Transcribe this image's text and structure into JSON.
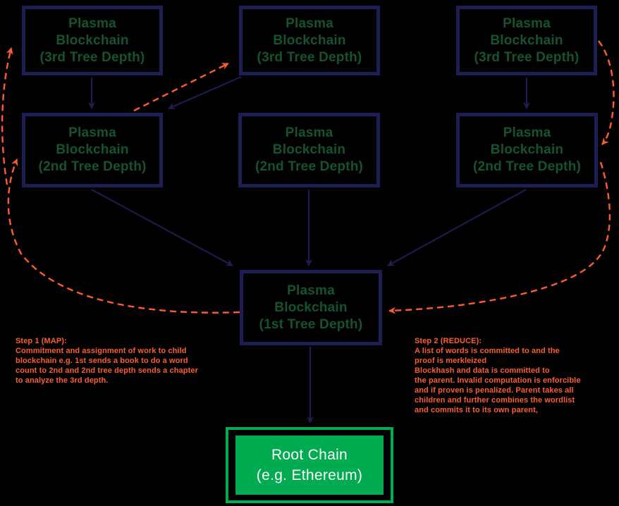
{
  "diagram": {
    "nodes": [
      {
        "lines": [
          "Plasma",
          "Blockchain",
          "(3rd Tree Depth)"
        ]
      },
      {
        "lines": [
          "Plasma",
          "Blockchain",
          "(3rd Tree Depth)"
        ]
      },
      {
        "lines": [
          "Plasma",
          "Blockchain",
          "(3rd Tree Depth)"
        ]
      },
      {
        "lines": [
          "Plasma",
          "Blockchain",
          "(2nd Tree Depth)"
        ]
      },
      {
        "lines": [
          "Plasma",
          "Blockchain",
          "(2nd Tree Depth)"
        ]
      },
      {
        "lines": [
          "Plasma",
          "Blockchain",
          "(2nd Tree Depth)"
        ]
      },
      {
        "lines": [
          "Plasma",
          "Blockchain",
          "(1st Tree Depth)"
        ]
      },
      {
        "lines": [
          "Root Chain",
          "(e.g. Ethereum)"
        ]
      }
    ],
    "annotations": {
      "map": {
        "heading": "Step 1 (MAP):",
        "lines": [
          "Commitment and assignment of work to child",
          "blockchain e.g. 1st sends a book to do a word",
          "count to 2nd and 2nd tree depth sends a chapter",
          "to analyze the 3rd depth."
        ]
      },
      "reduce": {
        "heading": "Step 2 (REDUCE):",
        "lines": [
          "A list of words is committed to and the",
          "proof is merkleized",
          "Blockhash and data is committed to",
          "the parent. Invalid computation is enforcible",
          "and if proven is penalized. Parent takes all",
          "children and further combines the wordlist",
          "and commits it to its own parent,"
        ]
      }
    },
    "colors": {
      "node_border": "#1e1e55",
      "node_text": "#15532f",
      "arrow": "#1e1e55",
      "map_reduce": "#ff5c2b",
      "root_fill": "#00ac4f",
      "root_text": "#ffffff",
      "background": "#000000"
    }
  }
}
